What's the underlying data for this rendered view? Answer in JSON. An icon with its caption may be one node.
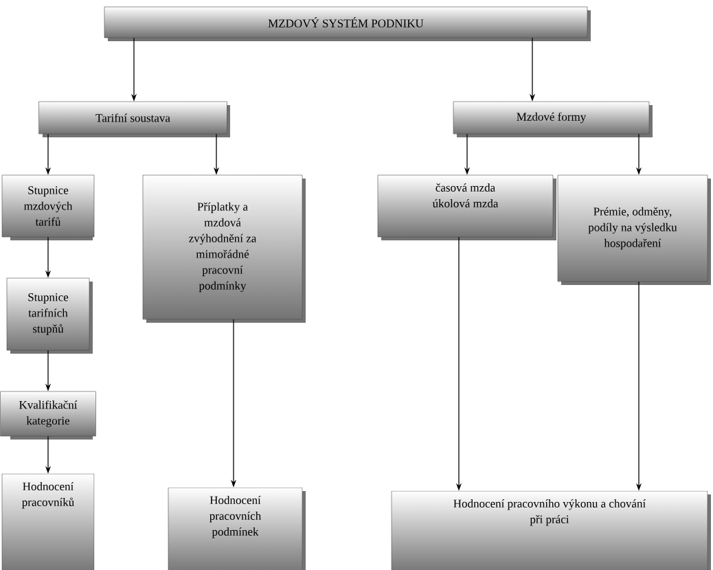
{
  "diagram": {
    "nodes": [
      {
        "text": [
          "MZDOVÝ SYSTÉM PODNIKU"
        ]
      },
      {
        "text": [
          "Tarifní soustava"
        ]
      },
      {
        "text": [
          "Mzdové formy"
        ]
      },
      {
        "text": [
          "Stupnice mzdových tarifů"
        ]
      },
      {
        "text": [
          "Příplatky a mzdová zvýhodnění za mimořádné pracovní podmínky"
        ]
      },
      {
        "text": [
          "časová mzda úkolová mzda"
        ]
      },
      {
        "text": [
          "Prémie, odměny, podíly na výsledku hospodaření"
        ]
      },
      {
        "text": [
          "Stupnice tarifních stupňů"
        ]
      },
      {
        "text": [
          "Kvalifikační kategorie"
        ]
      },
      {
        "text": [
          "Hodnocení pracovníků"
        ]
      },
      {
        "text": [
          "Hodnocení pracovních podmínek"
        ]
      },
      {
        "text": [
          "Hodnocení pracovního výkonu a chování při práci"
        ]
      }
    ],
    "edges": [
      {
        "from": 0,
        "to": 1,
        "arrow": "to"
      },
      {
        "from": 0,
        "to": 2,
        "arrow": "to"
      },
      {
        "from": 1,
        "to": 3,
        "arrow": "to"
      },
      {
        "from": 1,
        "to": 4,
        "arrow": "to"
      },
      {
        "from": 2,
        "to": 5,
        "arrow": "to"
      },
      {
        "from": 2,
        "to": 6,
        "arrow": "to"
      },
      {
        "from": 3,
        "to": 7,
        "arrow": "to"
      },
      {
        "from": 7,
        "to": 8,
        "arrow": "to"
      },
      {
        "from": 8,
        "to": 9,
        "arrow": "to"
      },
      {
        "from": 4,
        "to": 10,
        "arrow": "to"
      },
      {
        "from": 5,
        "to": 11,
        "arrow": "to"
      },
      {
        "from": 6,
        "to": 11,
        "arrow": "to"
      }
    ]
  }
}
